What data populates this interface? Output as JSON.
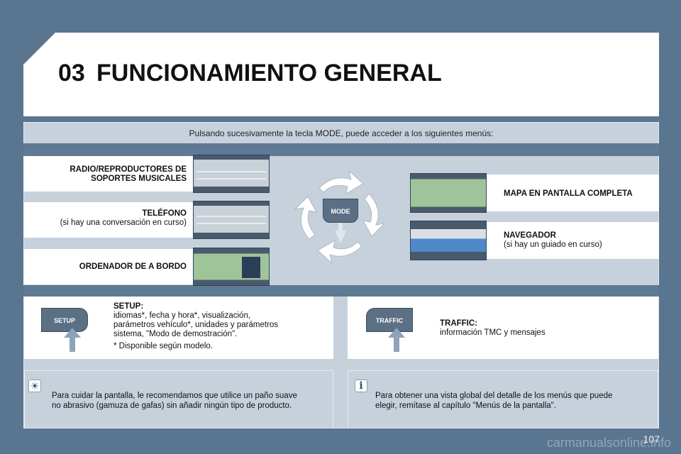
{
  "chapter": {
    "number": "03",
    "title": "FUNCIONAMIENTO GENERAL"
  },
  "intro": "Pulsando sucesivamente la tecla MODE, puede acceder a los siguientes menús:",
  "mode_button_label": "MODE",
  "left_menus": [
    {
      "title_line1": "RADIO/REPRODUCTORES DE",
      "title_line2": "SOPORTES MUSICALES",
      "subtitle": ""
    },
    {
      "title_line1": "TELÉFONO",
      "title_line2": "",
      "subtitle": "(si hay una conversación en curso)"
    },
    {
      "title_line1": "ORDENADOR DE A BORDO",
      "title_line2": "",
      "subtitle": ""
    }
  ],
  "right_menus": [
    {
      "title": "MAPA EN PANTALLA COMPLETA",
      "subtitle": ""
    },
    {
      "title": "NAVEGADOR",
      "subtitle": "(si hay un guiado en curso)"
    }
  ],
  "setup": {
    "button_label": "SETUP",
    "title": "SETUP:",
    "line1": "idiomas*, fecha y hora*, visualización,",
    "line2": "parámetros vehículo*, unidades y parámetros",
    "line3": "sistema, \"Modo de demostración\".",
    "footnote": "*  Disponible según modelo."
  },
  "traffic": {
    "button_label": "TRAFFIC",
    "title": "TRAFFIC:",
    "description": "información TMC y mensajes"
  },
  "tips": [
    {
      "icon": "sun-icon",
      "line1": "Para cuidar la pantalla, le recomendamos que utilice un paño suave",
      "line2": "no abrasivo (gamuza de gafas) sin añadir ningún tipo de producto."
    },
    {
      "icon": "info-icon",
      "line1": "Para obtener una vista global del detalle de los menús que puede",
      "line2": "elegir, remítase al capítulo \"Menús de la pantalla\"."
    }
  ],
  "page_number": "107",
  "watermark": "carmanualsonline.info",
  "colors": {
    "background": "#5a7590",
    "panel": "#c6d1dc",
    "accent": "#2e4a66"
  }
}
